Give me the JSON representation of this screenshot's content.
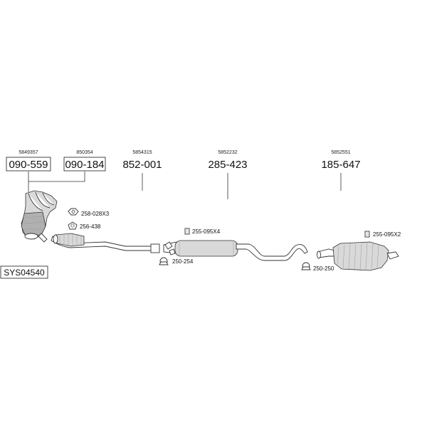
{
  "diagram": {
    "system_code": "SYS04540",
    "parts": [
      {
        "oe": "5849357",
        "number": "090-559",
        "boxed": true
      },
      {
        "oe": "850354",
        "number": "090-184",
        "boxed": true
      },
      {
        "oe": "5854315",
        "number": "852-001",
        "boxed": false
      },
      {
        "oe": "5852232",
        "number": "285-423",
        "boxed": false
      },
      {
        "oe": "5852551",
        "number": "185-647",
        "boxed": false
      }
    ],
    "accessories": [
      {
        "label": "258-028X3",
        "icon": "nut-icon"
      },
      {
        "label": "256-438",
        "icon": "gasket-icon"
      },
      {
        "label": "255-095X4",
        "icon": "clamp-icon"
      },
      {
        "label": "250-254",
        "icon": "hanger-icon"
      },
      {
        "label": "255-095X2",
        "icon": "clamp-icon"
      },
      {
        "label": "250-250",
        "icon": "hanger-icon"
      }
    ]
  }
}
